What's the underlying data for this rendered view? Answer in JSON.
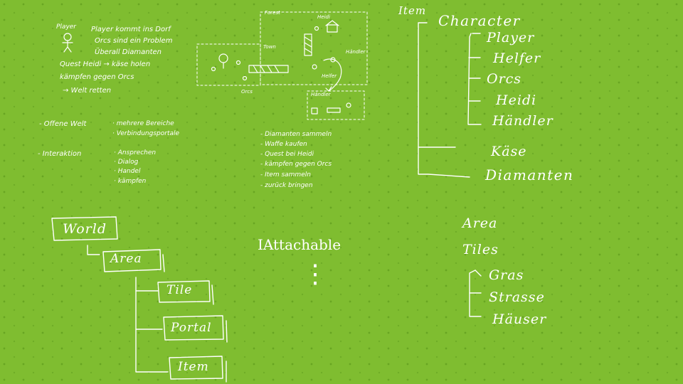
{
  "notes": {
    "player_label": "Player",
    "lines": [
      "Player kommt ins Dorf",
      "Orcs sind ein Problem",
      "Überall Diamanten",
      "Quest Heidi → käse holen",
      "kämpfen gegen Orcs",
      "→ Welt retten"
    ]
  },
  "features": {
    "open_world": {
      "label": "- Offene Welt",
      "items": [
        "· mehrere Bereiche",
        "· Verbindungsportale"
      ]
    },
    "interaction": {
      "label": "- Interaktion",
      "items": [
        "· Ansprechen",
        "· Dialog",
        "· Handel",
        "· kämpfen"
      ]
    }
  },
  "map": {
    "labels": {
      "forest": "Forest",
      "heidi": "Heidi",
      "town": "Town",
      "handler": "Händler",
      "helfer": "Helfer",
      "handler2": "Händler",
      "orcs": "Orcs"
    }
  },
  "todo": [
    "- Diamanten sammeln",
    "- Waffe kaufen",
    "- Quest bei Heidi",
    "- kämpfen gegen Orcs",
    "- Item sammeln",
    "- zurück bringen"
  ],
  "item_tree": {
    "root": "Item",
    "character": "Character",
    "children": [
      "Player",
      "Helfer",
      "Orcs",
      "Heidi",
      "Händler"
    ],
    "kaese": "Käse",
    "diamanten": "Diamanten"
  },
  "world_tree": {
    "world": "World",
    "area": "Area",
    "children": [
      "Tile",
      "Portal",
      "Item"
    ]
  },
  "interface": {
    "name": "IAttachable",
    "ellipsis": "⋮"
  },
  "area_tree": {
    "area": "Area",
    "tiles": "Tiles",
    "children": [
      "Gras",
      "Strasse",
      "Häuser"
    ]
  }
}
